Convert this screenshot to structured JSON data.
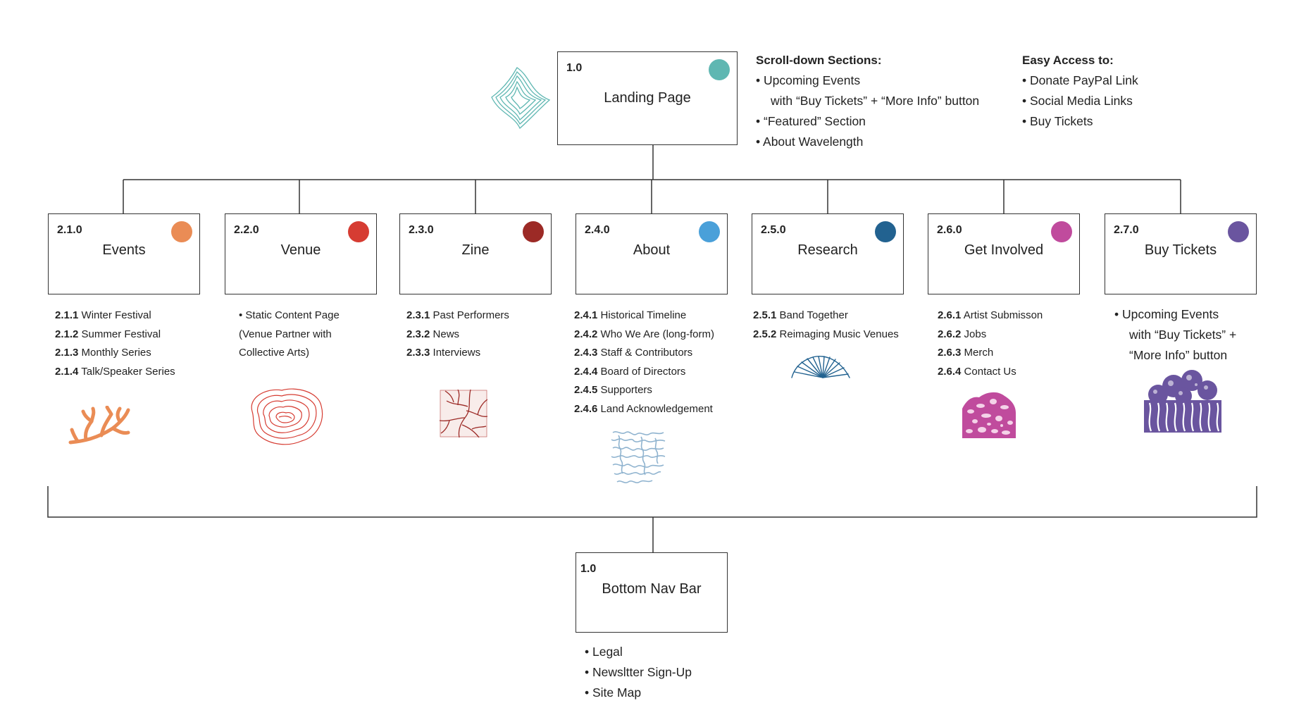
{
  "landing": {
    "num": "1.0",
    "title": "Landing Page",
    "color": "#5fb7b2",
    "scroll_sections": {
      "heading": "Scroll-down Sections:",
      "lines": [
        "• Upcoming Events",
        "with “Buy Tickets” + “More Info” button",
        "• “Featured” Section",
        "• About Wavelength"
      ]
    },
    "easy_access": {
      "heading": "Easy Access to:",
      "lines": [
        "• Donate PayPal Link",
        "• Social Media Links",
        "• Buy Tickets"
      ]
    }
  },
  "sections": [
    {
      "num": "2.1.0",
      "title": "Events",
      "color": "#ea8c55",
      "icon": "coral-icon",
      "items": [
        {
          "n": "2.1.1",
          "t": "Winter Festival"
        },
        {
          "n": "2.1.2",
          "t": "Summer Festival"
        },
        {
          "n": "2.1.3",
          "t": "Monthly Series"
        },
        {
          "n": "2.1.4",
          "t": "Talk/Speaker Series"
        }
      ]
    },
    {
      "num": "2.2.0",
      "title": "Venue",
      "color": "#d63c32",
      "icon": "maze-blob-icon",
      "lines": [
        "• Static Content Page",
        "(Venue Partner with",
        "Collective Arts)"
      ]
    },
    {
      "num": "2.3.0",
      "title": "Zine",
      "color": "#9c2a26",
      "icon": "veins-icon",
      "items": [
        {
          "n": "2.3.1",
          "t": "Past Performers"
        },
        {
          "n": "2.3.2",
          "t": "News"
        },
        {
          "n": "2.3.3",
          "t": "Interviews"
        }
      ]
    },
    {
      "num": "2.4.0",
      "title": "About",
      "color": "#4aa0d9",
      "icon": "squiggle-icon",
      "items": [
        {
          "n": "2.4.1",
          "t": "Historical Timeline"
        },
        {
          "n": "2.4.2",
          "t": "Who We Are (long-form)"
        },
        {
          "n": "2.4.3",
          "t": "Staff & Contributors"
        },
        {
          "n": "2.4.4",
          "t": "Board of Directors"
        },
        {
          "n": "2.4.5",
          "t": "Supporters"
        },
        {
          "n": "2.4.6",
          "t": "Land Acknowledgement"
        }
      ]
    },
    {
      "num": "2.5.0",
      "title": "Research",
      "color": "#226290",
      "icon": "shell-icon",
      "items": [
        {
          "n": "2.5.1",
          "t": "Band Together"
        },
        {
          "n": "2.5.2",
          "t": "Reimaging Music Venues"
        }
      ]
    },
    {
      "num": "2.6.0",
      "title": "Get Involved",
      "color": "#c04b9d",
      "icon": "cells-icon",
      "items": [
        {
          "n": "2.6.1",
          "t": "Artist Submisson"
        },
        {
          "n": "2.6.2",
          "t": "Jobs"
        },
        {
          "n": "2.6.3",
          "t": "Merch"
        },
        {
          "n": "2.6.4",
          "t": "Contact Us"
        }
      ]
    },
    {
      "num": "2.7.0",
      "title": "Buy Tickets",
      "color": "#6a559f",
      "icon": "trees-icon",
      "lines": [
        "• Upcoming Events",
        "with “Buy Tickets” +",
        "“More Info” button"
      ]
    }
  ],
  "bottom": {
    "num": "1.0",
    "title": "Bottom Nav Bar",
    "lines": [
      "• Legal",
      "• Newsltter Sign-Up",
      "• Site Map"
    ]
  }
}
